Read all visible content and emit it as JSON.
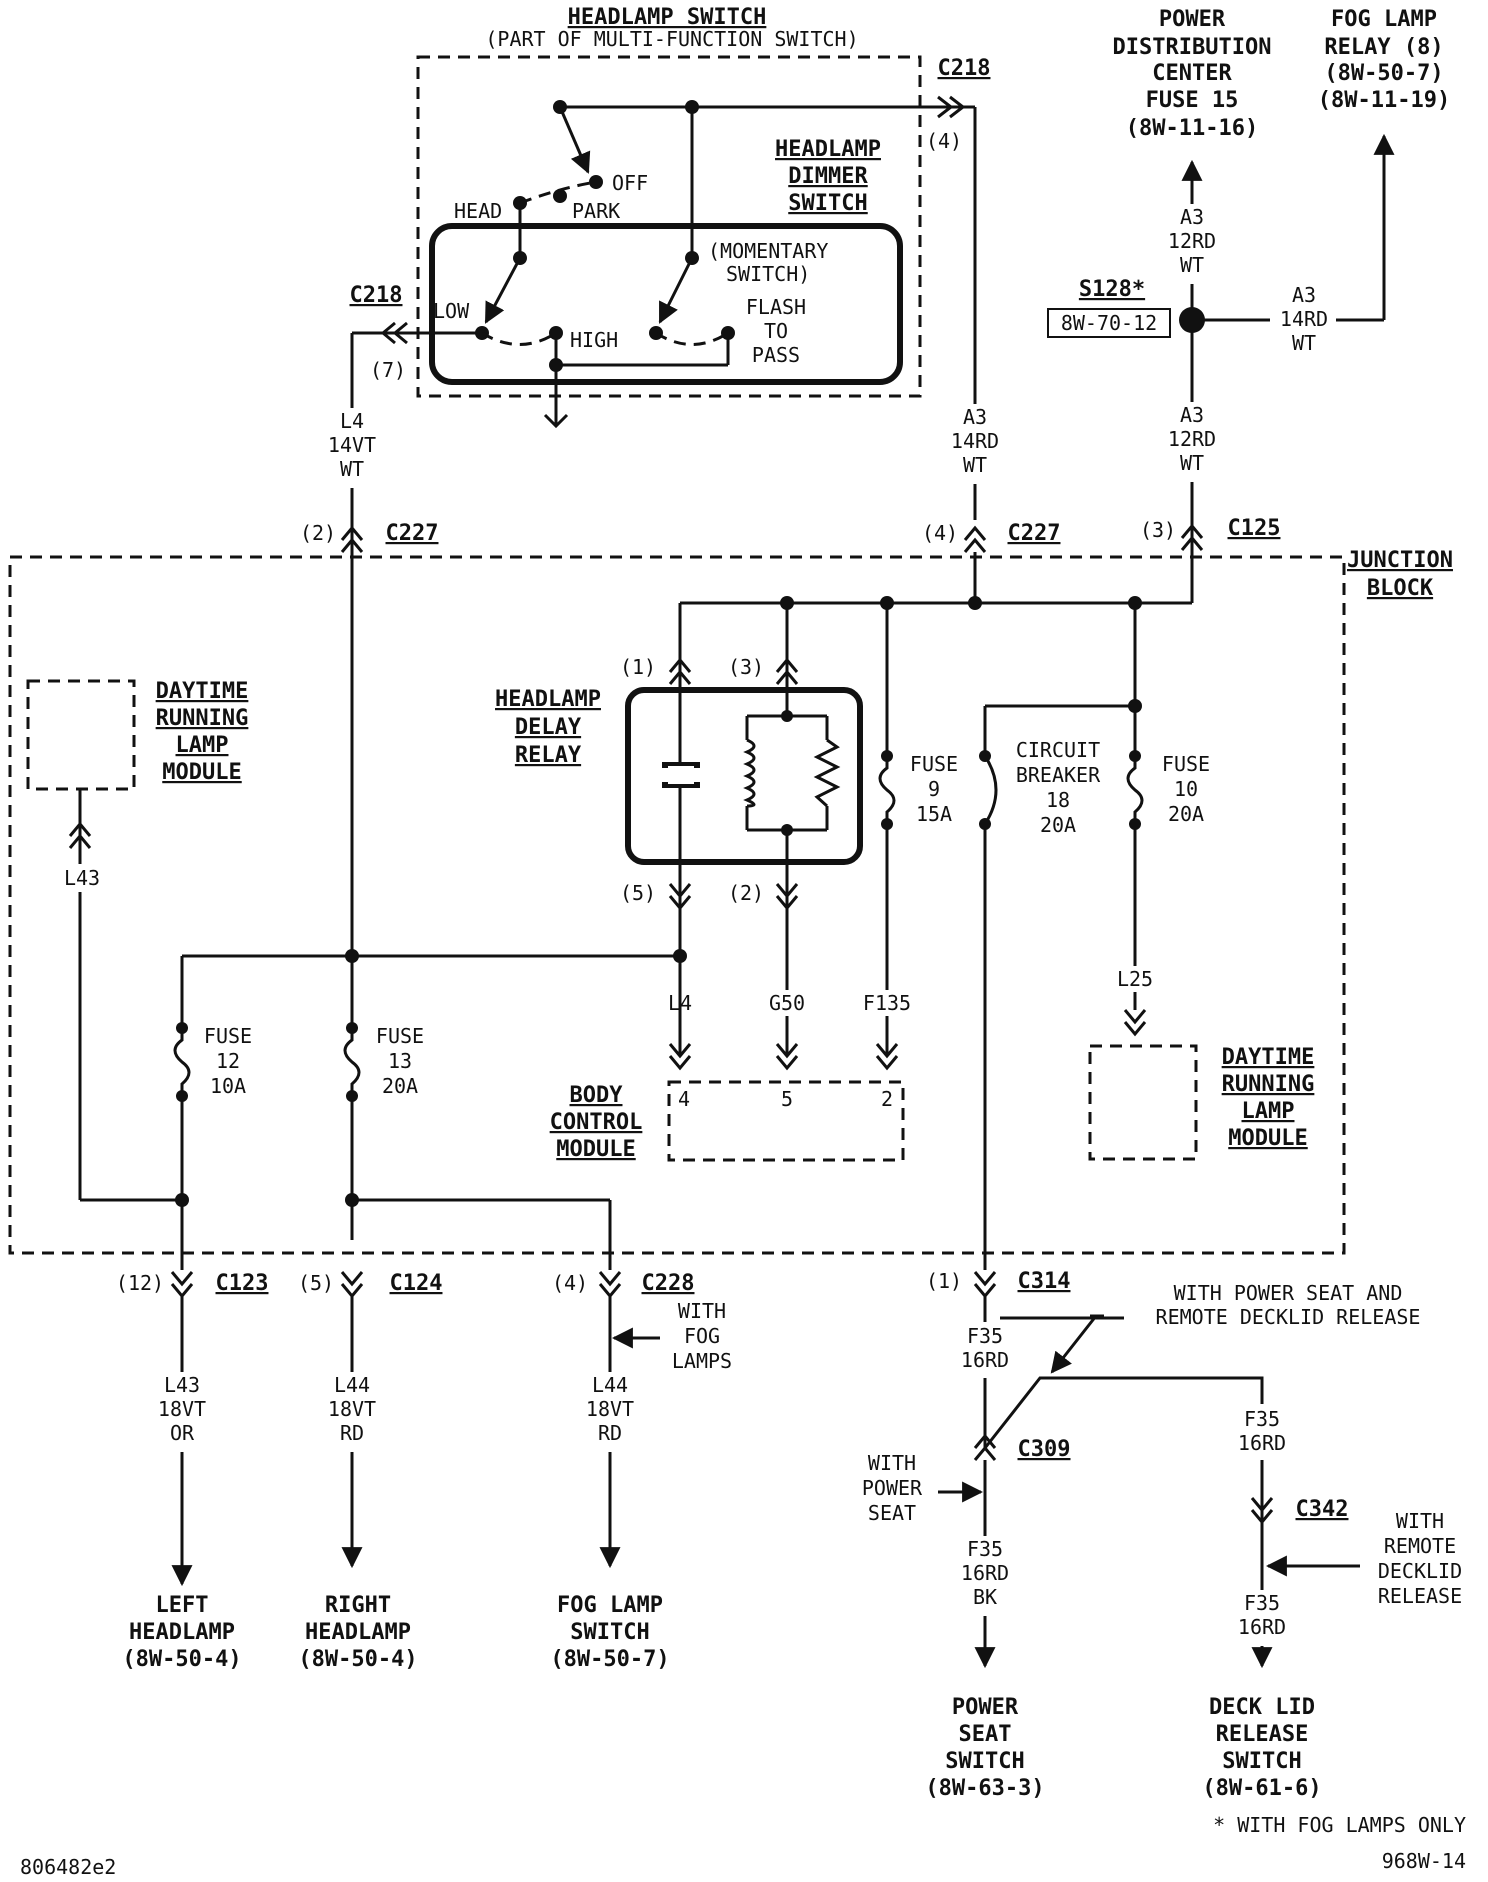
{
  "headlamp_switch": {
    "title": "HEADLAMP SWITCH",
    "subtitle": "(PART OF MULTI-FUNCTION SWITCH)",
    "positions": {
      "off": "OFF",
      "park": "PARK",
      "head": "HEAD",
      "low": "LOW",
      "high": "HIGH"
    },
    "dimmer_title": [
      "HEADLAMP",
      "DIMMER",
      "SWITCH"
    ],
    "momentary": [
      "(MOMENTARY",
      "SWITCH)"
    ],
    "flash": [
      "FLASH",
      "TO",
      "PASS"
    ]
  },
  "connectors": {
    "c218_top": "C218",
    "c218_top_pin": "(4)",
    "c218_left": "C218",
    "c218_left_pin": "(7)",
    "c227_left": "C227",
    "c227_left_pin": "(2)",
    "c227_right": "C227",
    "c227_right_pin": "(4)",
    "c125": "C125",
    "c125_pin": "(3)",
    "c123": "C123",
    "c123_pin": "(12)",
    "c124": "C124",
    "c124_pin": "(5)",
    "c228": "C228",
    "c228_pin": "(4)",
    "c314": "C314",
    "c314_pin": "(1)",
    "c309": "C309",
    "c342": "C342"
  },
  "pdc": {
    "lines": [
      "POWER",
      "DISTRIBUTION",
      "CENTER",
      "FUSE 15",
      "(8W-11-16)"
    ]
  },
  "fog_relay": {
    "lines": [
      "FOG LAMP",
      "RELAY (8)",
      "(8W-50-7)",
      "(8W-11-19)"
    ]
  },
  "splice": {
    "name": "S128*",
    "ref": "8W-70-12"
  },
  "wires": {
    "a3_top": [
      "A3",
      "12RD",
      "WT"
    ],
    "a3_fog": [
      "A3",
      "14RD",
      "WT"
    ],
    "a3_low": [
      "A3",
      "12RD",
      "WT"
    ],
    "a3_mid": [
      "A3",
      "14RD",
      "WT"
    ],
    "l4_top": [
      "L4",
      "14VT",
      "WT"
    ],
    "l43_in": "L43",
    "l25": "L25",
    "l4_bcm": "L4",
    "g50": "G50",
    "f135": "F135",
    "l43_out": [
      "L43",
      "18VT",
      "OR"
    ],
    "l44_right": [
      "L44",
      "18VT",
      "RD"
    ],
    "l44_fog": [
      "L44",
      "18VT",
      "RD"
    ],
    "f35_a": [
      "F35",
      "16RD"
    ],
    "f35_b": [
      "F35",
      "16RD"
    ],
    "f35_c": [
      "F35",
      "16RD",
      "BK"
    ],
    "f35_d": [
      "F35",
      "16RD"
    ]
  },
  "junction_block": {
    "lines": [
      "JUNCTION",
      "BLOCK"
    ]
  },
  "drl_left": {
    "lines": [
      "DAYTIME",
      "RUNNING",
      "LAMP",
      "MODULE"
    ]
  },
  "drl_right": {
    "lines": [
      "DAYTIME",
      "RUNNING",
      "LAMP",
      "MODULE"
    ]
  },
  "delay_relay": {
    "lines": [
      "HEADLAMP",
      "DELAY",
      "RELAY"
    ],
    "pins": {
      "p1": "(1)",
      "p3": "(3)",
      "p5": "(5)",
      "p2": "(2)"
    }
  },
  "fuses": {
    "fuse9": [
      "FUSE",
      "9",
      "15A"
    ],
    "cb18": [
      "CIRCUIT",
      "BREAKER",
      "18",
      "20A"
    ],
    "fuse10": [
      "FUSE",
      "10",
      "20A"
    ],
    "fuse12": [
      "FUSE",
      "12",
      "10A"
    ],
    "fuse13": [
      "FUSE",
      "13",
      "20A"
    ]
  },
  "bcm": {
    "lines": [
      "BODY",
      "CONTROL",
      "MODULE"
    ],
    "pins": [
      "4",
      "5",
      "2"
    ]
  },
  "notes": {
    "with_fog": [
      "WITH",
      "FOG",
      "LAMPS"
    ],
    "with_seat_decklid": [
      "WITH POWER SEAT AND",
      "REMOTE DECKLID RELEASE"
    ],
    "with_power_seat": [
      "WITH",
      "POWER",
      "SEAT"
    ],
    "with_remote": [
      "WITH",
      "REMOTE",
      "DECKLID",
      "RELEASE"
    ]
  },
  "destinations": {
    "left_headlamp": [
      "LEFT",
      "HEADLAMP",
      "(8W-50-4)"
    ],
    "right_headlamp": [
      "RIGHT",
      "HEADLAMP",
      "(8W-50-4)"
    ],
    "fog_switch": [
      "FOG LAMP",
      "SWITCH",
      "(8W-50-7)"
    ],
    "power_seat": [
      "POWER",
      "SEAT",
      "SWITCH",
      "(8W-63-3)"
    ],
    "deck_lid": [
      "DECK LID",
      "RELEASE",
      "SWITCH",
      "(8W-61-6)"
    ]
  },
  "footer": {
    "fog_note": "* WITH FOG LAMPS ONLY",
    "left_code": "806482e2",
    "right_code": "968W-14"
  }
}
